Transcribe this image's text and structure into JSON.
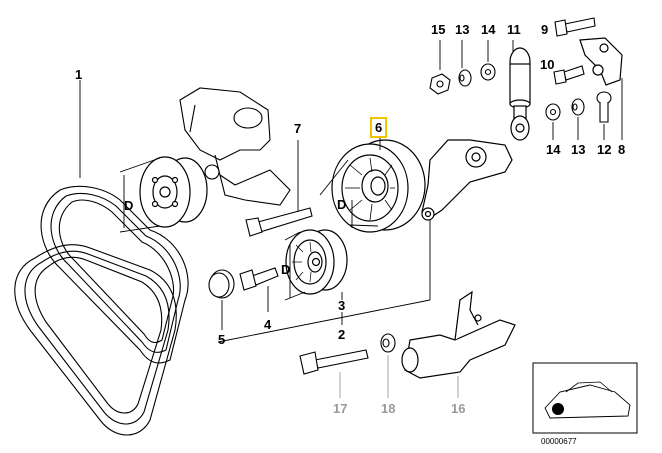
{
  "parts": {
    "p1": "1",
    "p2": "2",
    "p3": "3",
    "p4": "4",
    "p5": "5",
    "p6": "6",
    "p7": "7",
    "p8": "8",
    "p9": "9",
    "p10": "10",
    "p11": "11",
    "p12": "12",
    "p13a": "13",
    "p13b": "13",
    "p14a": "14",
    "p14b": "14",
    "p15": "15",
    "p16": "16",
    "p17": "17",
    "p18": "18"
  },
  "dimension_label": "D",
  "inset": {
    "reference_number": "00000677"
  },
  "colors": {
    "highlight": "#f2c200",
    "inactive_label": "#9a9a9a",
    "line": "#000000"
  }
}
